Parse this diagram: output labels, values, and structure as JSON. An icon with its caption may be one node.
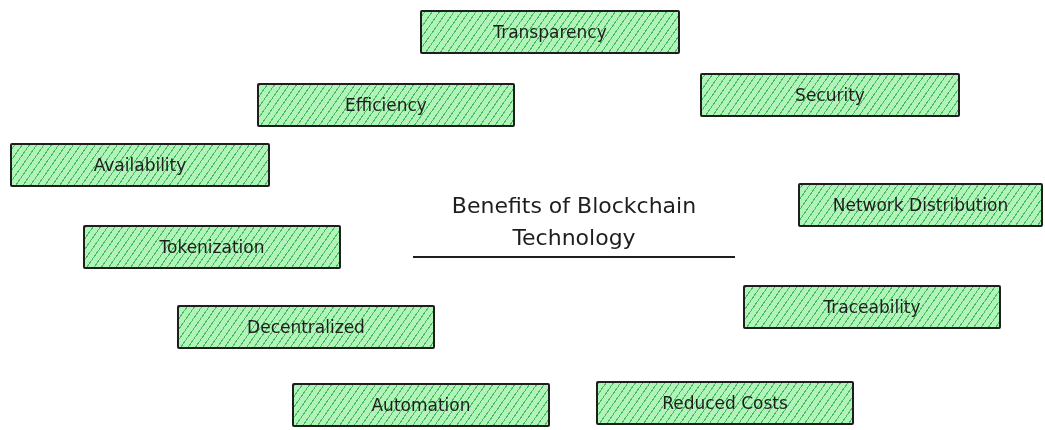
{
  "diagram": {
    "title": "Benefits of Blockchain Technology",
    "nodes": [
      {
        "text": [
          "Transparency"
        ]
      },
      {
        "text": [
          "Efficiency"
        ]
      },
      {
        "text": [
          "Security"
        ]
      },
      {
        "text": [
          "Availability"
        ]
      },
      {
        "text": [
          "Network Distribution"
        ]
      },
      {
        "text": [
          "Tokenization"
        ]
      },
      {
        "text": [
          "Traceability"
        ]
      },
      {
        "text": [
          "Decentralized"
        ]
      },
      {
        "text": [
          "Automation"
        ]
      },
      {
        "text": [
          "Reduced Costs"
        ]
      }
    ]
  }
}
